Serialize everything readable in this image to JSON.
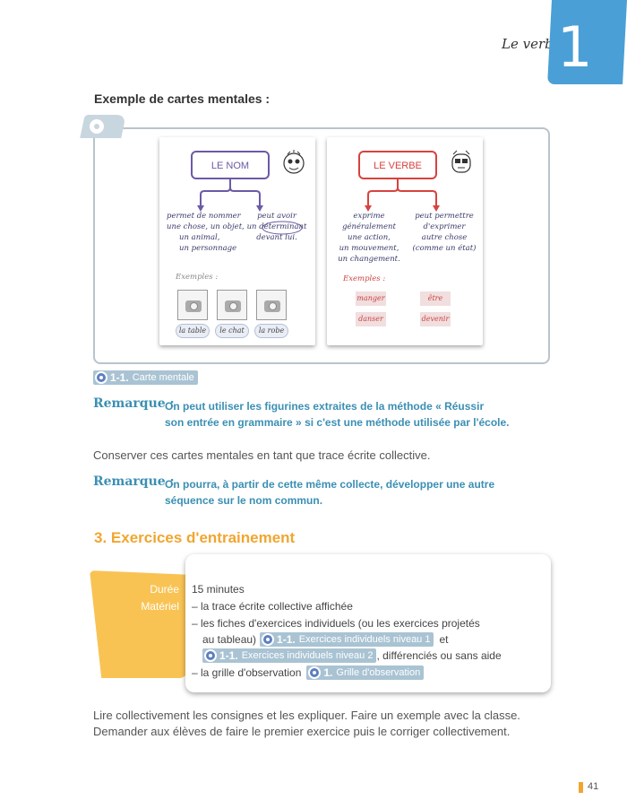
{
  "header": {
    "chapter_title": "Le verbe",
    "chapter_number": "1"
  },
  "section_heading": "Exemple de cartes mentales :",
  "mind_maps": {
    "nom": {
      "title": "LE NOM",
      "left_text": [
        "permet de nommer",
        "une chose, un objet,",
        "un animal,",
        "un personnage"
      ],
      "right_text": [
        "peut avoir",
        "un déterminant",
        "devant lui."
      ],
      "examples_label": "Exemples :",
      "example_labels": [
        "la table",
        "le chat",
        "la robe"
      ]
    },
    "verbe": {
      "title": "LE VERBE",
      "left_text": [
        "exprime",
        "généralement",
        "une action,",
        "un mouvement,",
        "un changement."
      ],
      "right_text": [
        "peut permettre",
        "d'exprimer",
        "autre chose",
        "(comme un état)"
      ],
      "examples_label": "Exemples :",
      "example_words": [
        "manger",
        "être",
        "danser",
        "devenir"
      ]
    }
  },
  "resource_tag_1": {
    "code": "1-1.",
    "label": "Carte mentale",
    "icon": "cd-disc-icon"
  },
  "remark_1": {
    "label": "Remarque :",
    "lines": [
      "On peut utiliser les figurines extraites de la méthode « Réussir",
      "son entrée en grammaire » si c'est une méthode utilisée par l'école."
    ]
  },
  "paragraph_1": "Conserver ces cartes mentales en tant que trace écrite collective.",
  "remark_2": {
    "label": "Remarque :",
    "lines": [
      "On pourra, à partir de cette même collecte, développer une autre",
      "séquence sur le nom commun."
    ]
  },
  "exercise_heading": "3. Exercices d'entrainement",
  "info_box": {
    "duration_key": "Durée",
    "material_key": "Matériel",
    "duration_value": "15 minutes",
    "material_lines": {
      "l1": "– la trace écrite collective affichée",
      "l2": "– les fiches d'exercices individuels (ou les exercices projetés",
      "l3_prefix": "au tableau)",
      "l3_suffix": "et",
      "l4_suffix": ", différenciés ou sans aide",
      "l5_prefix": "– la grille d'observation"
    },
    "tags": [
      {
        "code": "1-1.",
        "label": "Exercices individuels niveau 1"
      },
      {
        "code": "1-1.",
        "label": "Exercices individuels niveau 2"
      },
      {
        "code": "1.",
        "label": "Grille d'observation"
      }
    ]
  },
  "paragraph_2": [
    "Lire collectivement les consignes et les expliquer. Faire un exemple avec la classe.",
    "Demander aux élèves de faire le premier exercice puis le corriger collectivement."
  ],
  "page_number": "41",
  "colors": {
    "accent_blue": "#4a9fd6",
    "remark_blue": "#3b8fb3",
    "orange": "#f0a630",
    "flag_yellow": "#f9c354",
    "tag_blue": "#a9c3d3"
  }
}
